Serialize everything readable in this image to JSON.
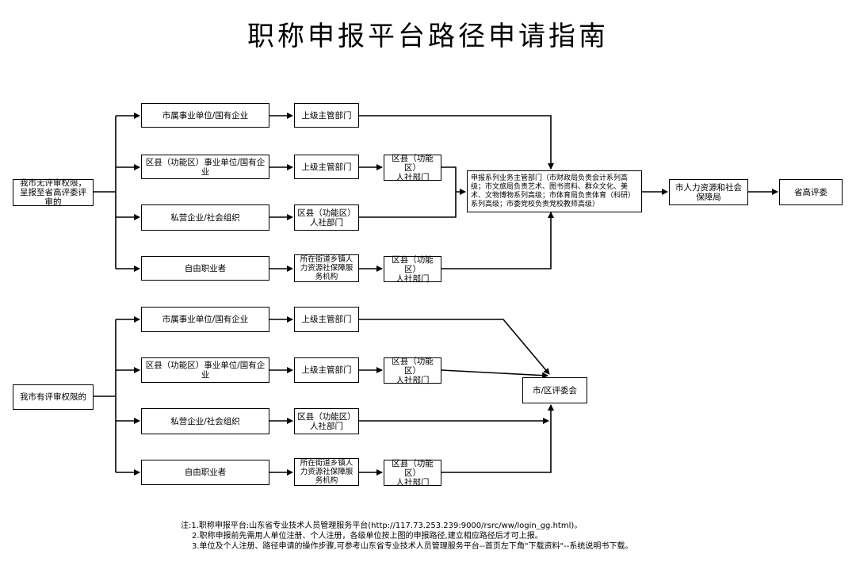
{
  "title": "职称申报平台路径申请指南",
  "top": {
    "start": "我市无评审权限，呈报至省高评委评审的",
    "rows": [
      {
        "org": "市属事业单位/国有企业",
        "step1": "上级主管部门",
        "step2": ""
      },
      {
        "org": "区县（功能区）事业单位/国有企业",
        "step1": "上级主管部门",
        "step2": "区县（功能区）\n人社部门"
      },
      {
        "org": "私营企业/社会组织",
        "step1": "区县（功能区）\n人社部门",
        "step2": ""
      },
      {
        "org": "自由职业者",
        "step1": "所在街道乡镇人力资源社保障服务机构",
        "step2": "区县（功能区）\n人社部门"
      }
    ],
    "series_box": "申报系列业务主管部门（市财政局负责会计系列高级；市文旅局负责艺术、图书资料、群众文化、美术、文物博物系列高级；市体育局负责体育（科研）系列高级；市委党校负责党校教师高级）",
    "hr_bureau": "市人力资源和社会保障局",
    "final": "省高评委"
  },
  "bottom": {
    "start": "我市有评审权限的",
    "rows": [
      {
        "org": "市属事业单位/国有企业",
        "step1": "上级主管部门",
        "step2": ""
      },
      {
        "org": "区县（功能区）事业单位/国有企业",
        "step1": "上级主管部门",
        "step2": "区县（功能区）\n人社部门"
      },
      {
        "org": "私营企业/社会组织",
        "step1": "区县（功能区）\n人社部门",
        "step2": ""
      },
      {
        "org": "自由职业者",
        "step1": "所在街道乡镇人力资源社保障服务机构",
        "step2": "区县（功能区）\n人社部门"
      }
    ],
    "final": "市/区评委会"
  },
  "notes": [
    "注:1.职称申报平台:山东省专业技术人员管理服务平台(http://117.73.253.239:9000/rsrc/ww/login_gg.html)。",
    "2.职称申报前先需用人单位注册、个人注册，各级单位按上图的申报路径,建立相应路径后才可上报。",
    "3.单位及个人注册、路径申请的操作步骤,可参考山东省专业技术人员管理服务平台--首页左下角\"下载资料\"--系统说明书下载。"
  ]
}
